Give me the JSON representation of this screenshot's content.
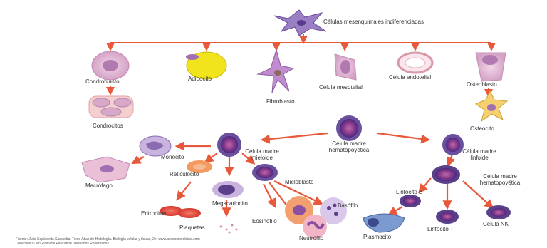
{
  "diagram": {
    "mesenchymal": {
      "label": "Células mesenquimales indiferenciadas"
    },
    "mesenchymal_derivatives": {
      "condroblasto": "Condroblasto",
      "condrocitos": "Condrocitos",
      "adipocito": "Adipocito",
      "fibroblasto": "Fibroblasto",
      "celula_mesotelial": "Célula mesotelial",
      "celula_endotelial": "Célula endotelial",
      "osteoblasto": "Osteoblasto",
      "osteocito": "Osteocito"
    },
    "hematopoietic": {
      "stem": "Célula madre hematopoyética",
      "myeloid_stem": "Célula madre mieloide",
      "lymphoid_stem": "Célula madre linfoide",
      "lymphoid_hematopoietic": "Célula madre hematopoyética"
    },
    "myeloid_line": {
      "monocito": "Monocito",
      "macrofago": "Macrófago",
      "reticulocito": "Reticulocito",
      "eritrocitos": "Eritrocitos",
      "megacariocito": "Megacariocito",
      "plaquetas": "Plaquetas",
      "mieloblasto": "Mieloblasto",
      "eosinofilo": "Eosinófilo",
      "basofilo": "Basófilo",
      "neutrofilo": "Neutrófilo"
    },
    "lymphoid_line": {
      "linfocito_b": "Linfocito B",
      "plasmocito": "Plasmocito",
      "linfocito_t": "Linfocito T",
      "celula_nk": "Célula NK"
    },
    "source_line1": "Fuente: Julio Sepúlveda Saavedra: Texto Atlas de Histología. Biología celular y tisular, 2e: www.accessmedicina.com",
    "source_line2": "Derechos © McGraw-Hill Education. Derechos Reservados."
  },
  "colors": {
    "arrow": "#e8583a",
    "purple_cell": "#7b3f98",
    "pink_cell": "#d9a7c7",
    "yellow_fat": "#f2e41c"
  }
}
